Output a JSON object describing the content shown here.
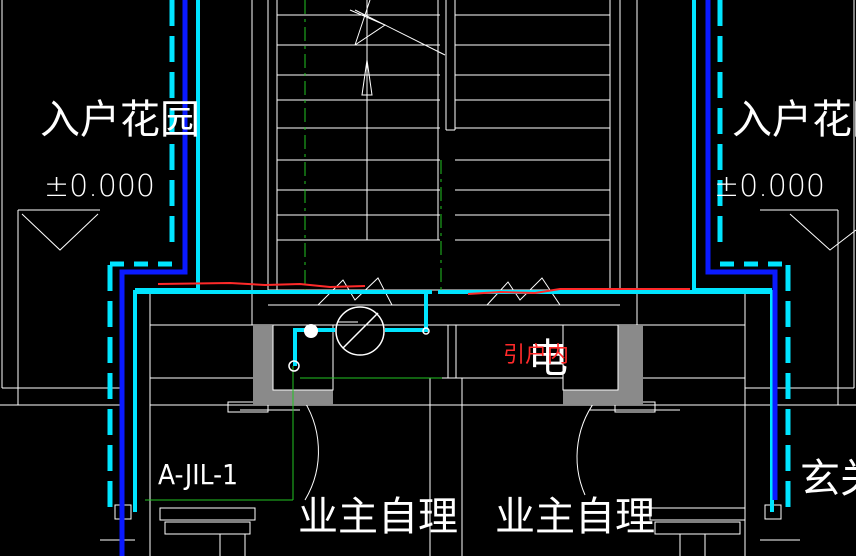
{
  "drawing": {
    "labels": {
      "garden_left": "入户花园",
      "garden_right": "入户花园",
      "elevation_left": "±0.000",
      "elevation_right": "±0.000",
      "owner_left": "业主自理",
      "owner_right": "业主自理",
      "vestibule": "玄关",
      "pipe_id": "A-JIL-1",
      "indoor_note": "引户内",
      "meter_char": "电"
    },
    "colors": {
      "background": "#000000",
      "line": "#ffffff",
      "wall_cyan": "#00e5ff",
      "pipe_blue": "#0a1aff",
      "axis_green": "#22c422",
      "markup_red": "#ff2a2a",
      "fill_gray": "#8a8a8a"
    }
  }
}
